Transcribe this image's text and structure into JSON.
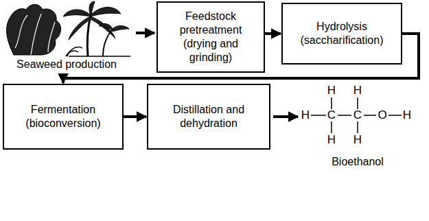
{
  "diagram": {
    "nodes": [
      {
        "text": [
          "Feedstock pretreatment (drying and grinding)"
        ]
      },
      {
        "text": [
          "Hydrolysis (saccharification)"
        ]
      },
      {
        "text": [
          "Fermentation (bioconversion)"
        ]
      },
      {
        "text": [
          "Distillation and dehydration"
        ]
      }
    ],
    "edges": [
      {
        "from": 0,
        "to": 1,
        "arrow": "to"
      },
      {
        "from": 1,
        "to": 2,
        "arrow": "to"
      },
      {
        "from": 2,
        "to": 3,
        "arrow": "to"
      }
    ],
    "labels": [
      "Seaweed production",
      "H",
      "H",
      "H",
      "C",
      "C",
      "O",
      "H",
      "H",
      "H",
      "Bioethanol"
    ]
  }
}
